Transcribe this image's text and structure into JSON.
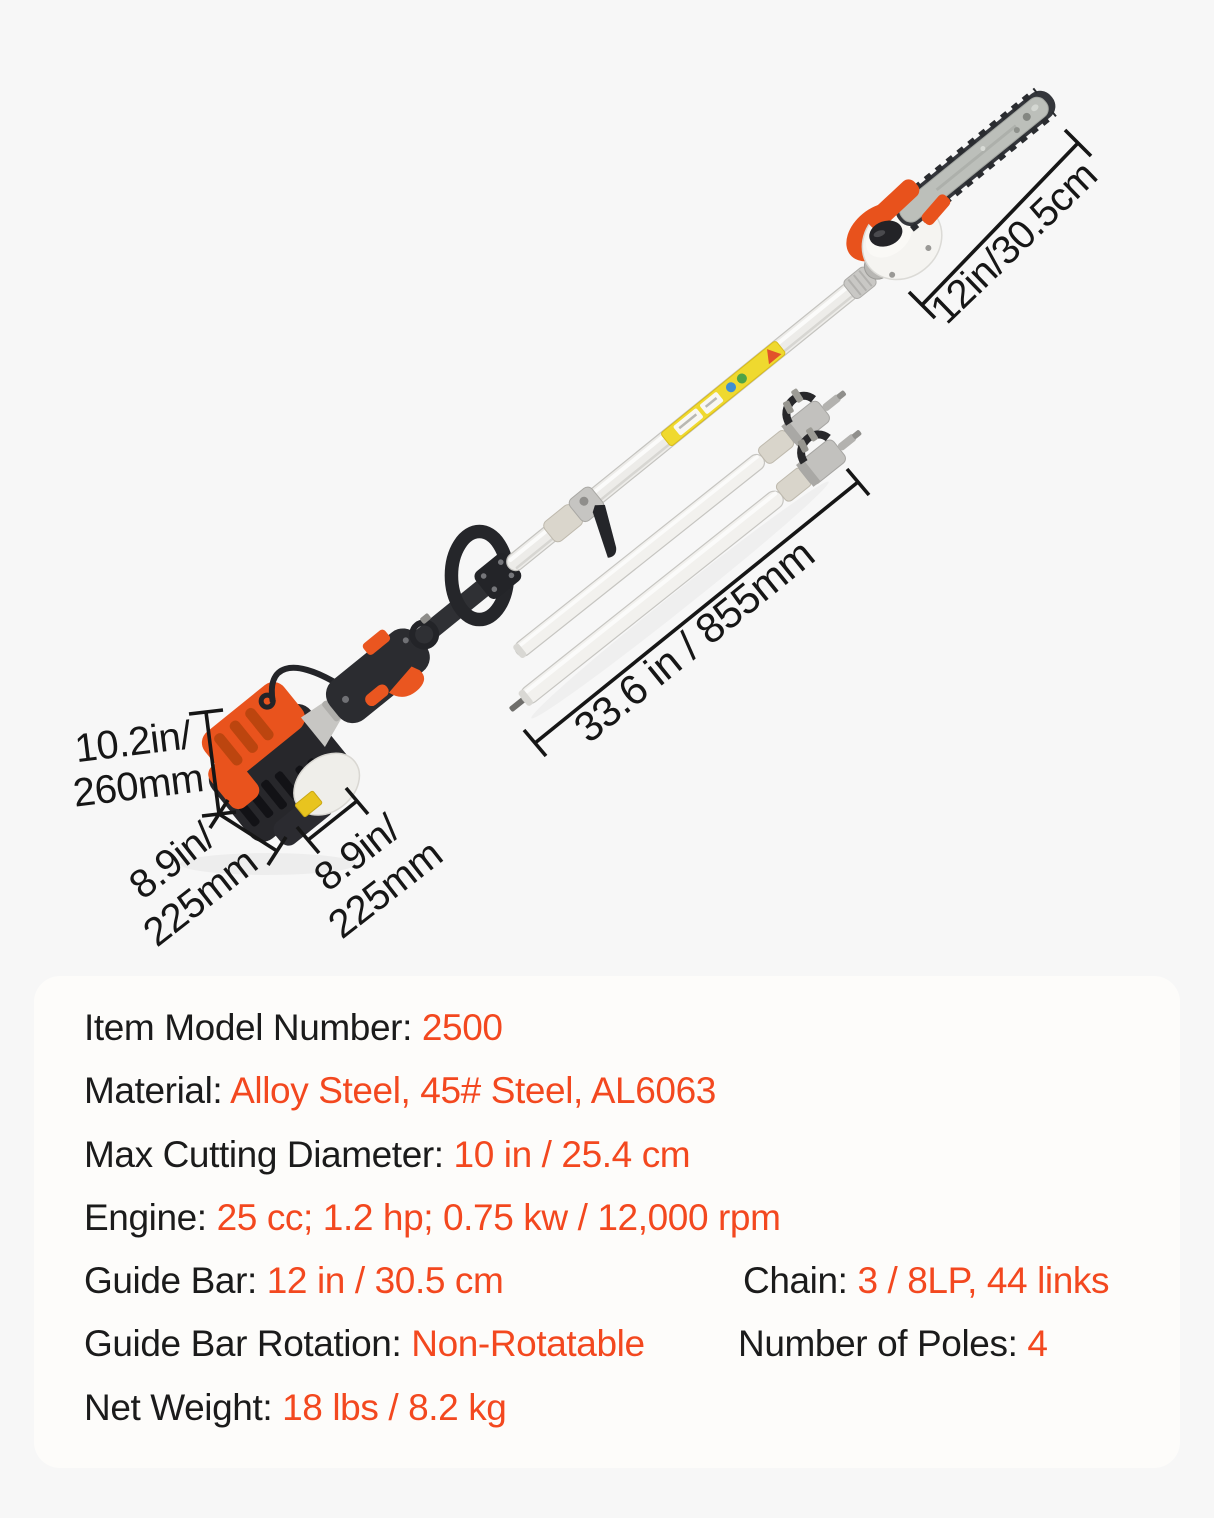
{
  "theme": {
    "background": "#f7f7f7",
    "panel_background": "#fdfcfa",
    "accent_orange": "#f3481f",
    "label_black": "#1b1b1b",
    "machine_orange": "#e9531d"
  },
  "figure": {
    "description": "gas pole saw with chainsaw head, two spare extension poles, dimension annotations",
    "dims": {
      "bar_length": "12in/30.5cm",
      "pole_length": "33.6 in / 855mm",
      "engine_height_l1": "10.2in/",
      "engine_height_l2": "260mm",
      "engine_left_l1": "8.9in/",
      "engine_left_l2": "225mm",
      "engine_right_l1": "8.9in/",
      "engine_right_l2": "225mm"
    }
  },
  "specs": {
    "rows": [
      {
        "label": "Item Model Number: ",
        "value": "2500"
      },
      {
        "label": "Material: ",
        "value": "Alloy Steel, 45# Steel, AL6063"
      },
      {
        "label": "Max Cutting Diameter: ",
        "value": "10 in / 25.4 cm"
      },
      {
        "label": "Engine: ",
        "value": "25 cc; 1.2 hp; 0.75 kw / 12,000 rpm"
      },
      {
        "label": "Guide Bar: ",
        "value": "12 in / 30.5 cm",
        "label2": "Chain: ",
        "value2": "3 / 8LP, 44 links"
      },
      {
        "label": "Guide Bar Rotation: ",
        "value": "Non-Rotatable",
        "label2": "Number of Poles: ",
        "value2": "4"
      },
      {
        "label": "Net Weight: ",
        "value": "18 lbs / 8.2 kg"
      }
    ]
  }
}
